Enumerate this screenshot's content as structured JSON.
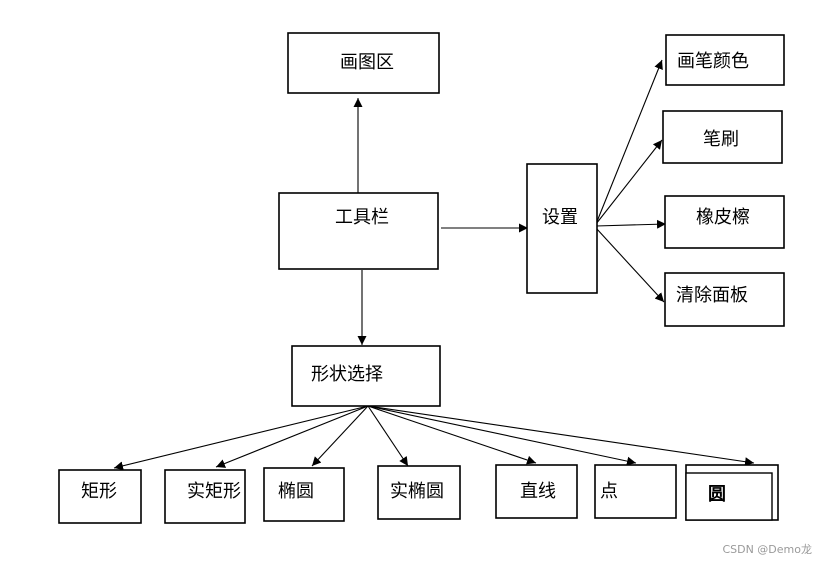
{
  "diagram": {
    "nodes": {
      "canvas": "画图区",
      "toolbar": "工具栏",
      "settings": "设置",
      "pen_color": "画笔颜色",
      "brush": "笔刷",
      "eraser": "橡皮檫",
      "clear_panel": "清除面板",
      "shape_select": "形状选择",
      "rect": "矩形",
      "solid_rect": "实矩形",
      "ellipse": "椭圆",
      "solid_ellipse": "实椭圆",
      "line": "直线",
      "point": "点",
      "circle": "圆"
    },
    "edges": [
      {
        "from": "toolbar",
        "to": "canvas"
      },
      {
        "from": "toolbar",
        "to": "settings"
      },
      {
        "from": "toolbar",
        "to": "shape_select"
      },
      {
        "from": "settings",
        "to": "pen_color"
      },
      {
        "from": "settings",
        "to": "brush"
      },
      {
        "from": "settings",
        "to": "eraser"
      },
      {
        "from": "settings",
        "to": "clear_panel"
      },
      {
        "from": "shape_select",
        "to": "rect"
      },
      {
        "from": "shape_select",
        "to": "solid_rect"
      },
      {
        "from": "shape_select",
        "to": "ellipse"
      },
      {
        "from": "shape_select",
        "to": "solid_ellipse"
      },
      {
        "from": "shape_select",
        "to": "line"
      },
      {
        "from": "shape_select",
        "to": "point"
      },
      {
        "from": "shape_select",
        "to": "circle"
      }
    ]
  },
  "watermark": "CSDN @Demo龙"
}
